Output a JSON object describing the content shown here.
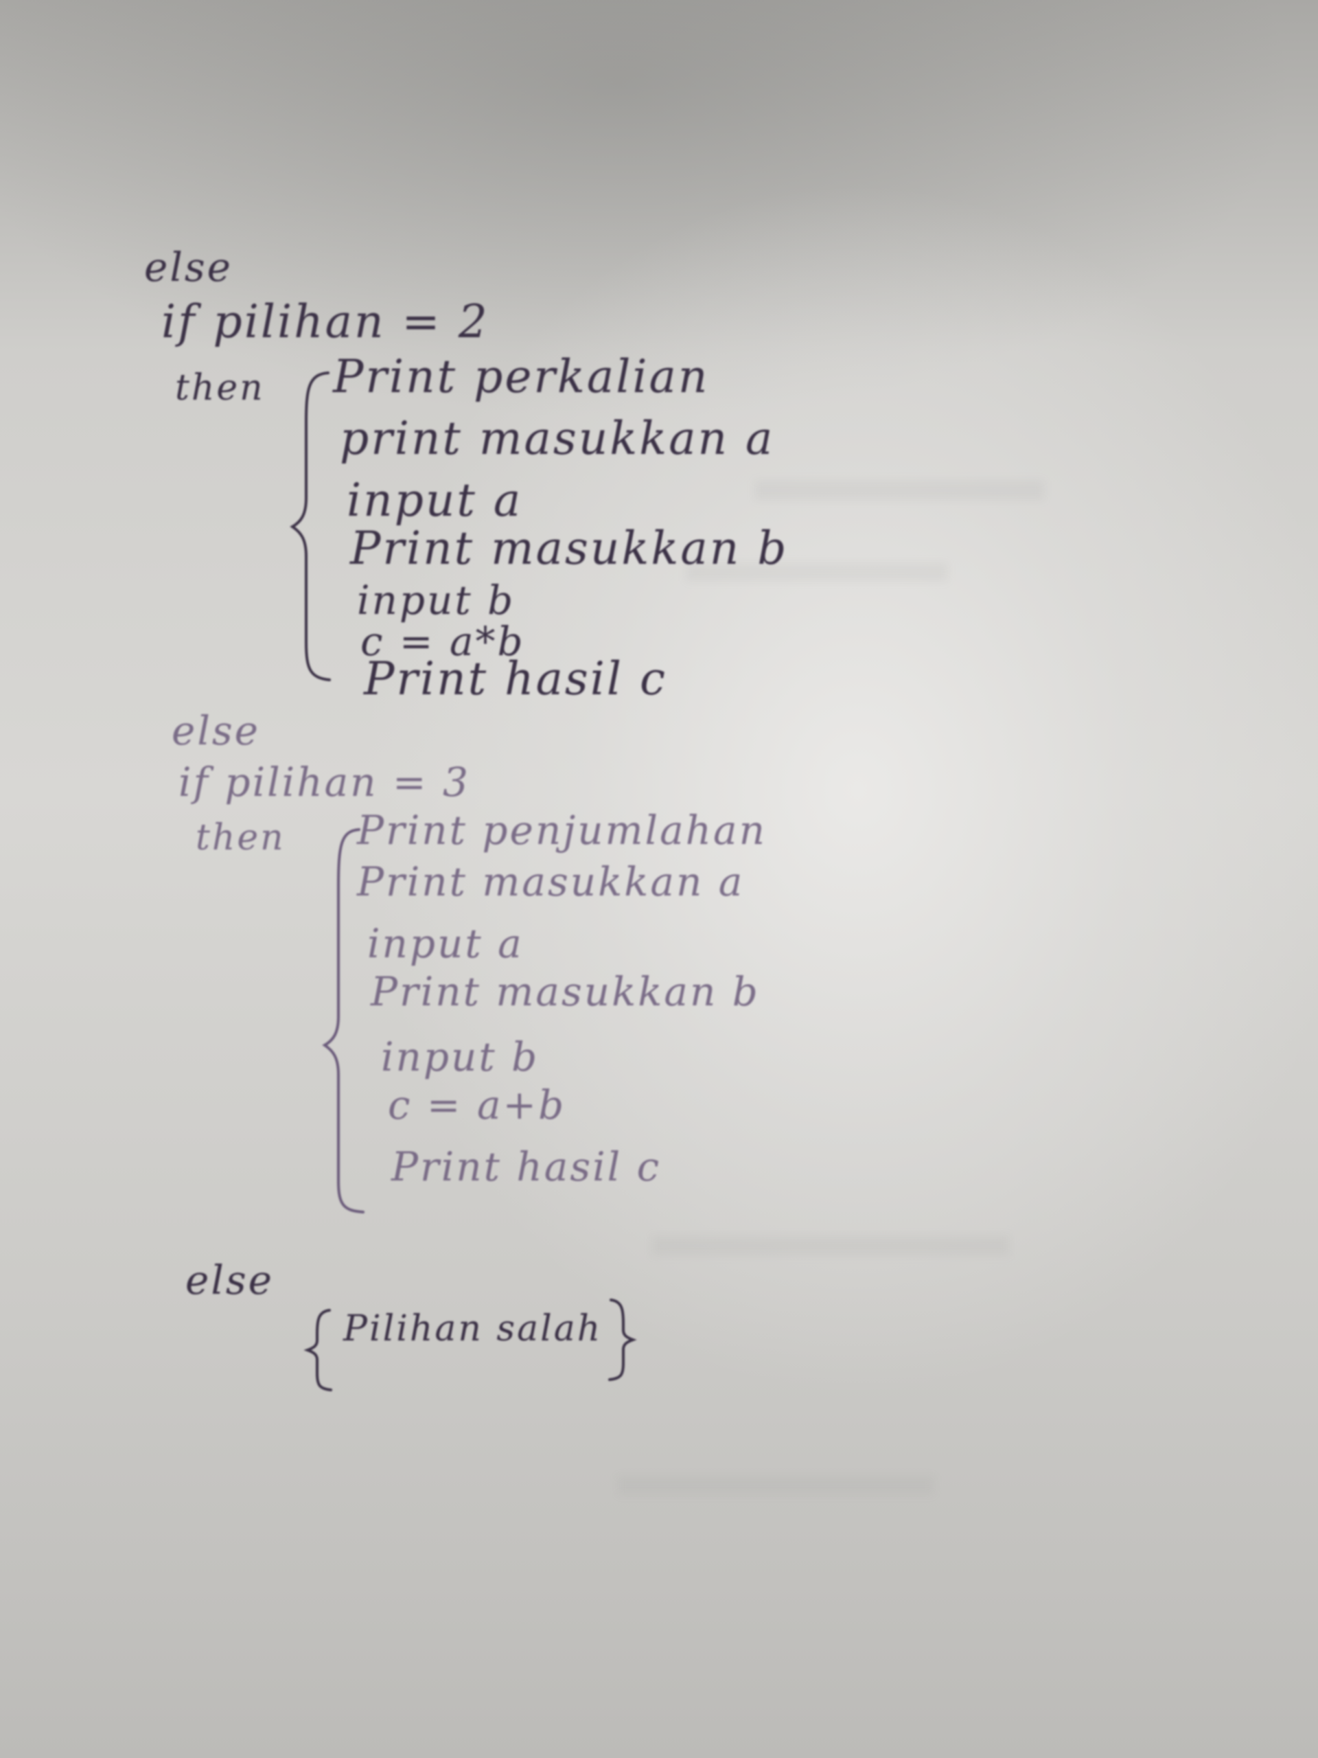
{
  "note": {
    "block2": {
      "else": "else",
      "condition": "if pilihan = 2",
      "then": "then",
      "lines": [
        "Print perkalian",
        "print masukkan a",
        "input a",
        "Print masukkan b",
        "input b",
        "c = a*b",
        "Print hasil c"
      ]
    },
    "block3": {
      "else": "else",
      "condition": "if pilihan = 3",
      "then": "then",
      "lines": [
        "Print penjumlahan",
        "Print masukkan a",
        "input a",
        "Print masukkan b",
        "input b",
        "c = a+b",
        "Print hasil c"
      ]
    },
    "final": {
      "else": "else",
      "message": "Pilihan salah"
    },
    "ink_color": "#3b3146",
    "paper_color": "#d8d7d4"
  }
}
